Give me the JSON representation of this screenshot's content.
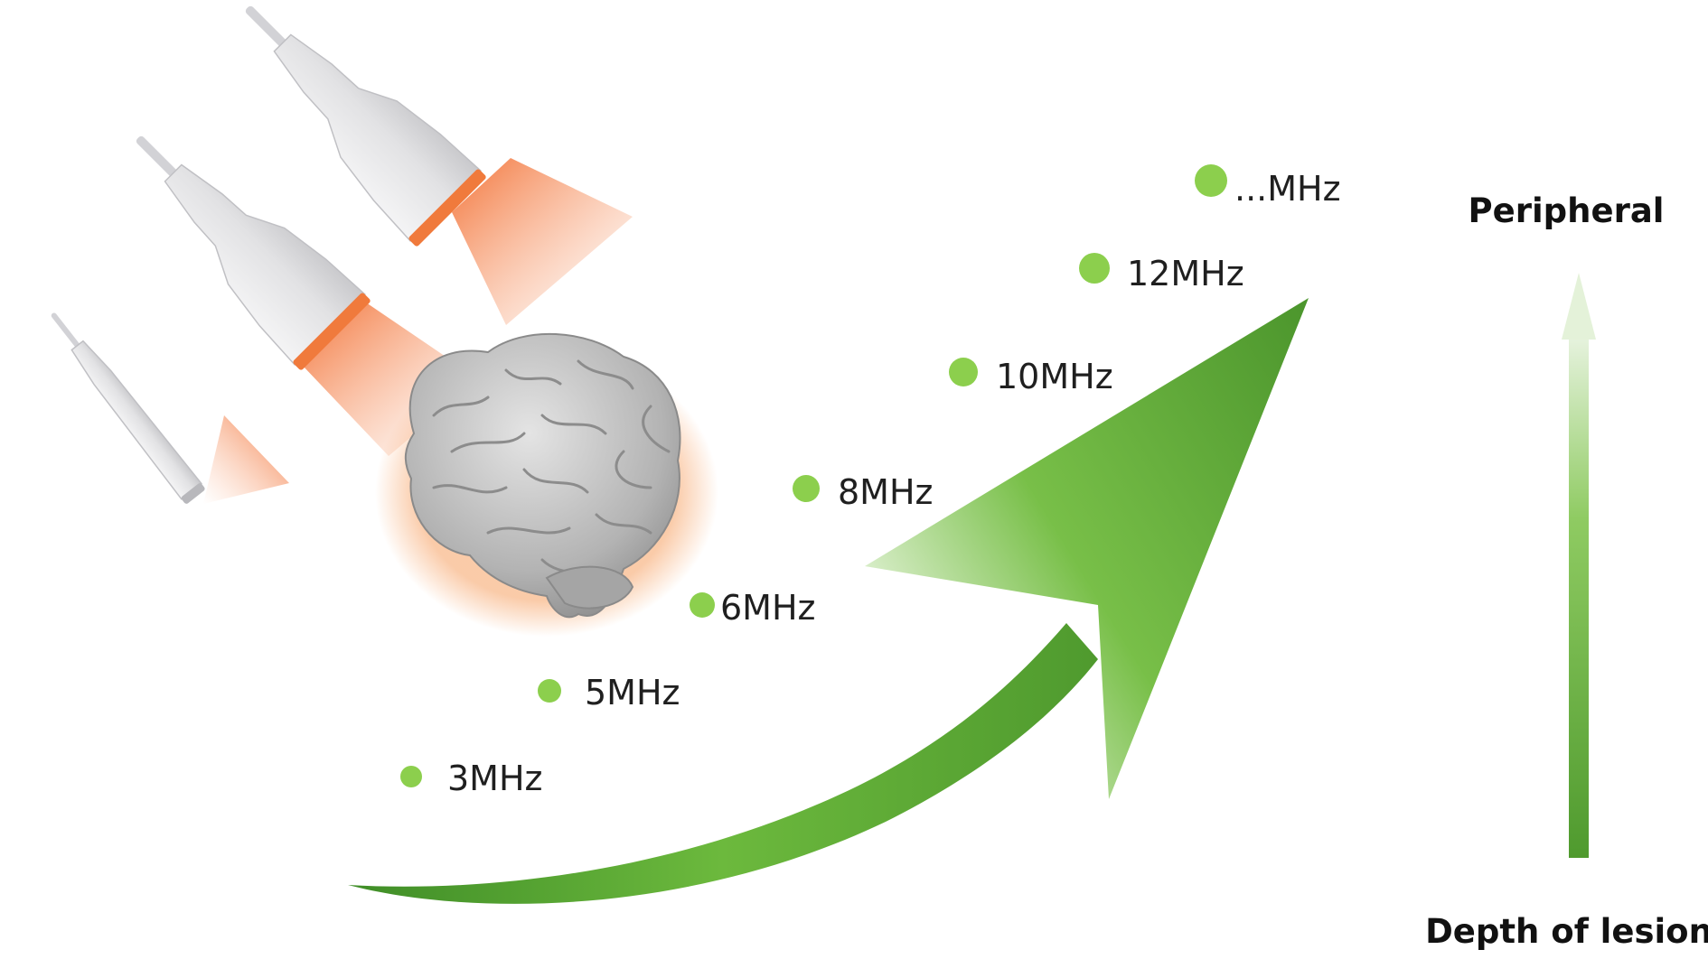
{
  "frequencies": [
    {
      "label": "3MHz"
    },
    {
      "label": "5MHz"
    },
    {
      "label": "6MHz"
    },
    {
      "label": "8MHz"
    },
    {
      "label": "10MHz"
    },
    {
      "label": "12MHz"
    },
    {
      "label": "...MHz"
    }
  ],
  "depth_axis": {
    "top_label": "Peripheral",
    "bottom_label": "Depth of lesion"
  },
  "colors": {
    "green_dot": "#8ccf4d",
    "arrow_dark": "#4f9a2e",
    "arrow_light": "#c9e7b4",
    "beam_orange": "#f47a3c",
    "probe_body": "#e6e6e8",
    "brain_gray": "#b9b9b9"
  },
  "icons": [
    "ultrasound-probe-icon",
    "brain-icon",
    "curved-arrow-icon",
    "vertical-arrow-icon"
  ]
}
